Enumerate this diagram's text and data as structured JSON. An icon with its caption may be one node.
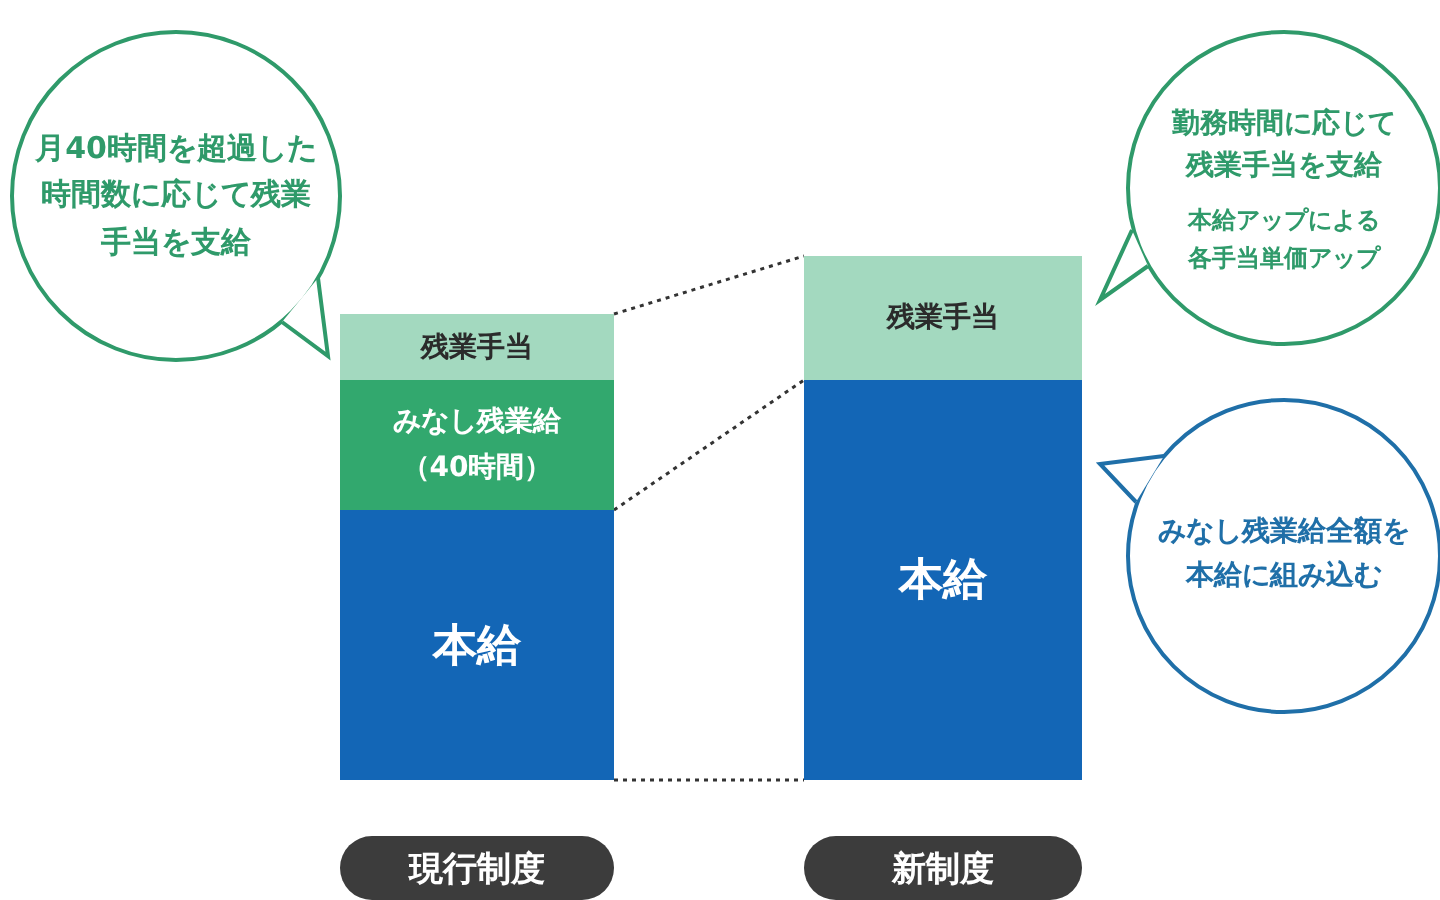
{
  "diagram": {
    "nodes": [
      {
        "text": [
          "月40時間を超過した時間数に応じて残業手当を支給"
        ]
      },
      {
        "text": [
          "残業手当"
        ]
      },
      {
        "text": [
          "みなし残業給（40時間）"
        ]
      },
      {
        "text": [
          "本給"
        ]
      },
      {
        "text": [
          "勤務時間に応じて残業手当を支給",
          "本給アップによる各手当単価アップ"
        ]
      },
      {
        "text": [
          "残業手当"
        ]
      },
      {
        "text": [
          "本給"
        ]
      },
      {
        "text": [
          "みなし残業給全額を本給に組み込む"
        ]
      },
      {
        "text": [
          "現行制度"
        ]
      },
      {
        "text": [
          "新制度"
        ]
      }
    ],
    "edges": [
      {
        "from": 1,
        "to": 5,
        "arrow": "none",
        "style": "dashed"
      },
      {
        "from": 3,
        "to": 6,
        "arrow": "none",
        "style": "dashed"
      },
      {
        "from": 3,
        "to": 6,
        "arrow": "none",
        "style": "dashed"
      }
    ]
  }
}
